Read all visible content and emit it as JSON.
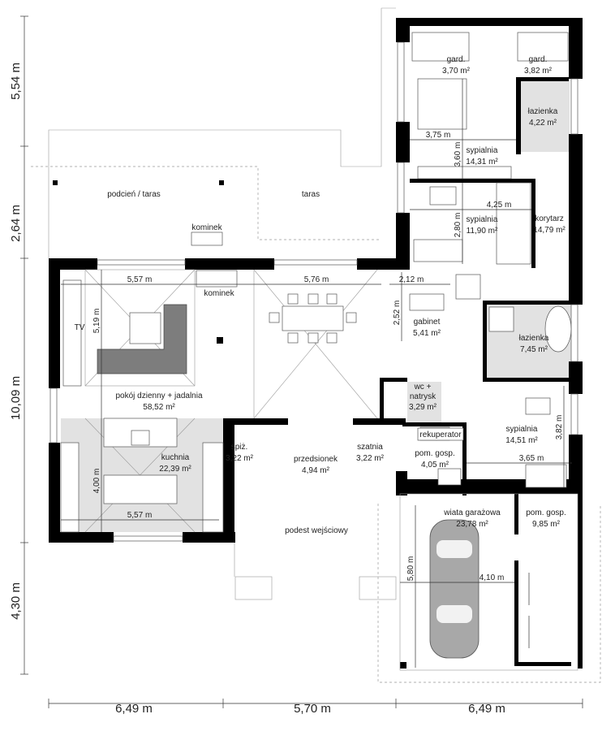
{
  "overall_dimensions": {
    "left": [
      "5,54 m",
      "2,64 m",
      "10,09 m",
      "4,30 m"
    ],
    "bottom": [
      "6,49 m",
      "5,70 m",
      "6,49 m"
    ]
  },
  "rooms": {
    "gard1": {
      "name": "gard.",
      "area": "3,70 m²"
    },
    "gard2": {
      "name": "gard.",
      "area": "3,82 m²"
    },
    "lazienka1": {
      "name": "łazienka",
      "area": "4,22 m²"
    },
    "sypialnia1": {
      "name": "sypialnia",
      "area": "14,31 m²"
    },
    "sypialnia2": {
      "name": "sypialnia",
      "area": "11,90 m²"
    },
    "korytarz": {
      "name": "korytarz",
      "area": "14,79 m²"
    },
    "podcien": {
      "name": "podcień / taras"
    },
    "taras": {
      "name": "taras"
    },
    "kominek_out": {
      "name": "kominek"
    },
    "kominek_in": {
      "name": "kominek"
    },
    "tv": {
      "name": "TV"
    },
    "gabinet": {
      "name": "gabinet",
      "area": "5,41 m²"
    },
    "lazienka2": {
      "name": "łazienka",
      "area": "7,45 m²"
    },
    "pokoj": {
      "name": "pokój dzienny + jadalnia",
      "area": "58,52 m²"
    },
    "wc": {
      "name1": "wc +",
      "name2": "natrysk",
      "area": "3,29 m²"
    },
    "sypialnia3": {
      "name": "sypialnia",
      "area": "14,51 m²"
    },
    "rekuperator": {
      "name": "rekuperator"
    },
    "pomgosp1": {
      "name": "pom. gosp.",
      "area": "4,05 m²"
    },
    "spiz": {
      "name": "spiż.",
      "area": "3,22 m²"
    },
    "przedsionek": {
      "name": "przedsionek",
      "area": "4,94 m²"
    },
    "szatnia": {
      "name": "szatnia",
      "area": "3,22 m²"
    },
    "kuchnia": {
      "name": "kuchnia",
      "area": "22,39 m²"
    },
    "podest": {
      "name": "podest wejściowy"
    },
    "wiata": {
      "name": "wiata garażowa",
      "area": "23,78 m²"
    },
    "pomgosp2": {
      "name": "pom. gosp.",
      "area": "9,85 m²"
    }
  },
  "room_dimensions": {
    "s1_w": "3,75 m",
    "s1_h": "3,60 m",
    "s2_w": "4,25 m",
    "s2_h": "2,80 m",
    "living_w": "5,57 m",
    "dining_w": "5,76 m",
    "living_h": "5,19 m",
    "gab_w": "2,12 m",
    "gab_h": "2,52 m",
    "s3_h": "3,82 m",
    "s3_w": "3,65 m",
    "kitchen_h": "4,00 m",
    "kitchen_w": "5,57 m",
    "garage_h": "5,80 m",
    "garage_w": "4,10 m"
  },
  "colors": {
    "walls": "#000000",
    "tiled_floor": "#e2e2e2",
    "furniture_dark": "#7d7d7d"
  }
}
